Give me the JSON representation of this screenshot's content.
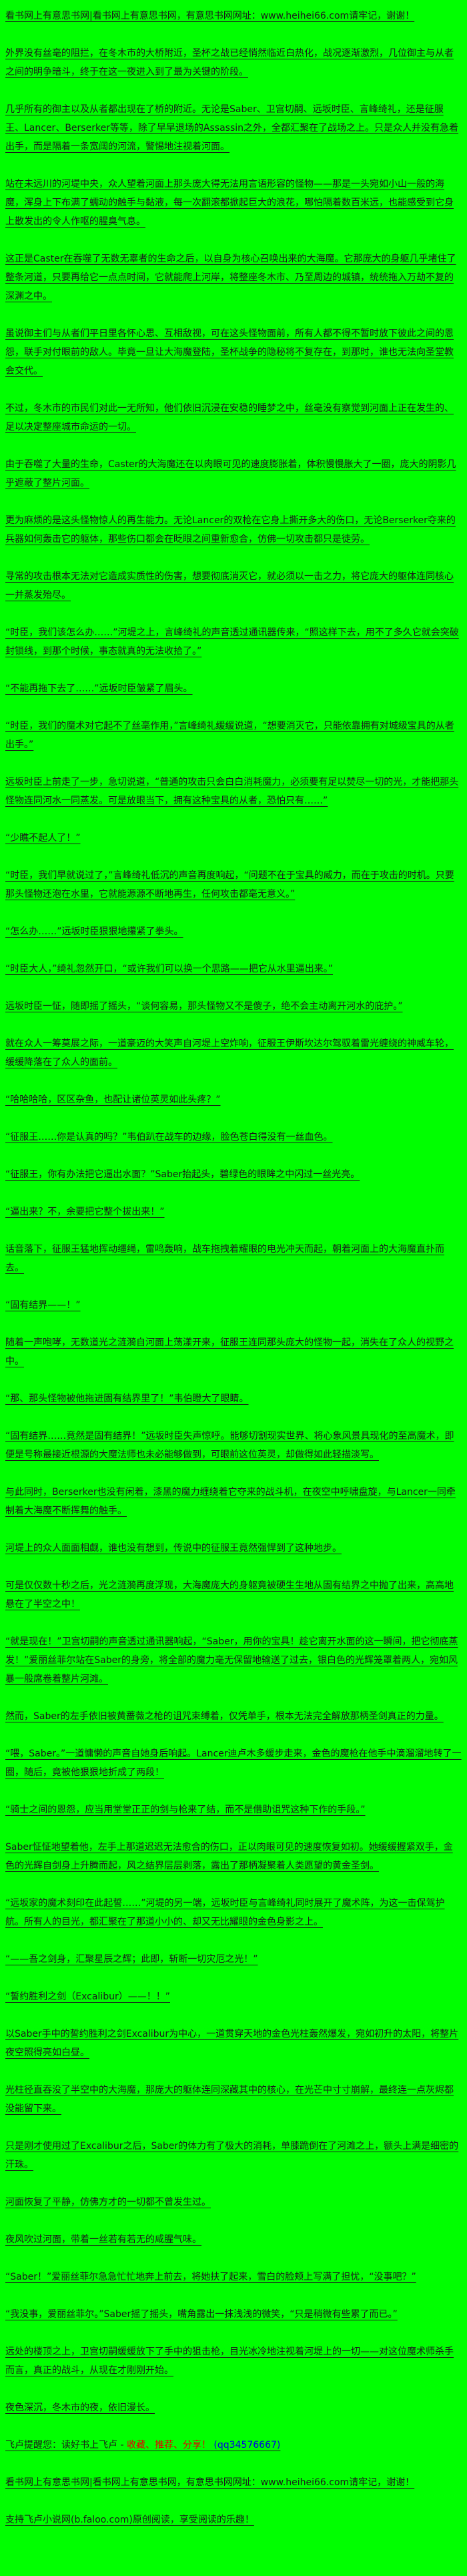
{
  "page": {
    "background_color": "#00ff00",
    "text_color": "#1b1b1b",
    "accent_red": "#e60000",
    "accent_blue": "#0000e6"
  },
  "header": {
    "site_ad": "看书网上有意思书网|看书网上有意思书网，有意思书网网址：www.heihei66.com请牢记，谢谢！"
  },
  "chapter": {
    "paragraphs": [
      "外界没有丝毫的阻拦，在冬木市的大桥附近，圣杯之战已经悄然临近白热化，战况逐渐激烈，几位御主与从者之间的明争暗斗，终于在这一夜进入到了最为关键的阶段。",
      "几乎所有的御主以及从者都出现在了桥的附近。无论是Saber、卫宫切嗣、远坂时臣、言峰绮礼，还是征服王、Lancer、Berserker等等，除了早早退场的Assassin之外，全都汇聚在了战场之上。只是众人并没有急着出手，而是隔着一条宽阔的河流，警惕地注视着河面。",
      "站在未远川的河堤中央，众人望着河面上那头庞大得无法用言语形容的怪物——那是一头宛如小山一般的海魔，浑身上下布满了蠕动的触手与黏液，每一次翻滚都掀起巨大的浪花，哪怕隔着数百米远，也能感受到它身上散发出的令人作呕的腥臭气息。",
      "这正是Caster在吞噬了无数无辜者的生命之后，以自身为核心召唤出来的大海魔。它那庞大的身躯几乎堵住了整条河道，只要再给它一点点时间，它就能爬上河岸，将整座冬木市、乃至周边的城镇，统统拖入万劫不复的深渊之中。",
      "虽说御主们与从者们平日里各怀心思、互相敌视，可在这头怪物面前，所有人都不得不暂时放下彼此之间的恩怨，联手对付眼前的敌人。毕竟一旦让大海魔登陆，圣杯战争的隐秘将不复存在，到那时，谁也无法向圣堂教会交代。",
      "不过，冬木市的市民们对此一无所知，他们依旧沉浸在安稳的睡梦之中，丝毫没有察觉到河面上正在发生的、足以决定整座城市命运的一切。",
      "由于吞噬了大量的生命，Caster的大海魔还在以肉眼可见的速度膨胀着，体积慢慢胀大了一圈，庞大的阴影几乎遮蔽了整片河面。",
      "更为麻烦的是这头怪物惊人的再生能力。无论Lancer的双枪在它身上撕开多大的伤口，无论Berserker夺来的兵器如何轰击它的躯体，那些伤口都会在眨眼之间重新愈合，仿佛一切攻击都只是徒劳。",
      "寻常的攻击根本无法对它造成实质性的伤害，想要彻底消灭它，就必须以一击之力，将它庞大的躯体连同核心一并蒸发殆尽。",
      "“时臣，我们该怎么办……”河堤之上，言峰绮礼的声音透过通讯器传来，“照这样下去，用不了多久它就会突破封锁线，到那个时候，事态就真的无法收拾了。”",
      "“不能再拖下去了……”远坂时臣皱紧了眉头。",
      "“时臣，我们的魔术对它起不了丝毫作用，”言峰绮礼缓缓说道，“想要消灭它，只能依靠拥有对城级宝具的从者出手。”",
      "远坂时臣上前走了一步，急切说道，“普通的攻击只会白白消耗魔力，必须要有足以焚尽一切的光，才能把那头怪物连同河水一同蒸发。可是放眼当下，拥有这种宝具的从者，恐怕只有……”",
      "“少瞧不起人了！”",
      "“时臣，我们早就说过了，”言峰绮礼低沉的声音再度响起，“问题不在于宝具的威力，而在于攻击的时机。只要那头怪物还泡在水里，它就能源源不断地再生，任何攻击都毫无意义。”",
      "“怎么办……”远坂时臣狠狠地攥紧了拳头。",
      "“时臣大人，”绮礼忽然开口，“或许我们可以换一个思路——把它从水里逼出来。”",
      "远坂时臣一怔，随即摇了摇头，“谈何容易，那头怪物又不是傻子，绝不会主动离开河水的庇护。”",
      "就在众人一筹莫展之际，一道豪迈的大笑声自河堤上空炸响，征服王伊斯坎达尔驾驭着雷光缠绕的神威车轮，缓缓降落在了众人的面前。",
      "“哈哈哈哈，区区杂鱼，也配让诸位英灵如此头疼？”",
      "“征服王……你是认真的吗？”韦伯趴在战车的边缘，脸色苍白得没有一丝血色。",
      "“征服王，你有办法把它逼出水面？”Saber抬起头，碧绿色的眼眸之中闪过一丝光亮。",
      "“逼出来？不，余要把它整个拔出来！”",
      "话音落下，征服王猛地挥动缰绳，雷鸣轰响，战车拖拽着耀眼的电光冲天而起，朝着河面上的大海魔直扑而去。",
      "“固有结界——！”",
      "随着一声咆哮，无数道光之涟漪自河面上荡漾开来，征服王连同那头庞大的怪物一起，消失在了众人的视野之中。",
      "“那、那头怪物被他拖进固有结界里了！”韦伯瞪大了眼睛。",
      "“固有结界……竟然是固有结界！”远坂时臣失声惊呼。能够切割现实世界、将心象风景具现化的至高魔术，即便是号称最接近根源的大魔法师也未必能够做到，可眼前这位英灵，却做得如此轻描淡写。",
      "与此同时，Berserker也没有闲着，漆黑的魔力缠绕着它夺来的战斗机，在夜空中呼啸盘旋，与Lancer一同牵制着大海魔不断挥舞的触手。",
      "河堤上的众人面面相觑，谁也没有想到，传说中的征服王竟然强悍到了这种地步。",
      "可是仅仅数十秒之后，光之涟漪再度浮现，大海魔庞大的身躯竟被硬生生地从固有结界之中抛了出来，高高地悬在了半空之中！",
      "“就是现在！”卫宫切嗣的声音透过通讯器响起，“Saber，用你的宝具！趁它离开水面的这一瞬间，把它彻底蒸发！”爱丽丝菲尔站在Saber的身旁，将全部的魔力毫无保留地输送了过去，银白色的光辉笼罩着两人，宛如风暴一般席卷着整片河滩。",
      "然而，Saber的左手依旧被黄蔷薇之枪的诅咒束缚着，仅凭单手，根本无法完全解放那柄圣剑真正的力量。",
      "“喂，Saber。”一道慵懒的声音自她身后响起。Lancer迪卢木多缓步走来，金色的魔枪在他手中滴溜溜地转了一圈，随后，竟被他狠狠地折成了两段！",
      "“骑士之间的恩怨，应当用堂堂正正的剑与枪来了结，而不是借助诅咒这种下作的手段。”",
      "Saber怔怔地望着他，左手上那道迟迟无法愈合的伤口，正以肉眼可见的速度恢复如初。她缓缓握紧双手，金色的光辉自剑身上升腾而起，风之结界层层剥落，露出了那柄凝聚着人类愿望的黄金圣剑。",
      "“远坂家的魔术刻印在此起誓……”河堤的另一端，远坂时臣与言峰绮礼同时展开了魔术阵，为这一击保驾护航。所有人的目光，都汇聚在了那道小小的、却又无比耀眼的金色身影之上。",
      "“——吾之剑身，汇聚星辰之辉；此即，斩断一切灾厄之光！”",
      "“誓约胜利之剑（Excalibur）——！！”",
      "以Saber手中的誓约胜利之剑Excalibur为中心，一道贯穿天地的金色光柱轰然爆发，宛如初升的太阳，将整片夜空照得亮如白昼。",
      "光柱径直吞没了半空中的大海魔，那庞大的躯体连同深藏其中的核心，在光芒中寸寸崩解，最终连一点灰烬都没能留下来。",
      "只是刚才使用过了Excalibur之后，Saber的体力有了极大的消耗，单膝跪倒在了河滩之上，额头上满是细密的汗珠。",
      "河面恢复了平静，仿佛方才的一切都不曾发生过。",
      "夜风吹过河面，带着一丝若有若无的咸腥气味。",
      "“Saber！”爱丽丝菲尔急急忙忙地奔上前去，将她扶了起来，雪白的脸颊上写满了担忧，“没事吧？”",
      "“我没事，爱丽丝菲尔。”Saber摇了摇头，嘴角露出一抹浅浅的微笑，“只是稍微有些累了而已。”",
      "远处的楼顶之上，卫宫切嗣缓缓放下了手中的狙击枪，目光冰冷地注视着河堤上的一切——对这位魔术师杀手而言，真正的战斗，从现在才刚刚开始。",
      "夜色深沉，冬木市的夜，依旧漫长。"
    ]
  },
  "footer": {
    "reminder_prefix": "飞卢提醒您：读好书上飞卢 - ",
    "reminder_highlight": "收藏、推荐、分享！",
    "reminder_code": "(qq34576667)",
    "site_ad": "看书网上有意思书网|看书网上有意思书网，有意思书网网址：www.heihei66.com请牢记，谢谢！",
    "faloo_credit": "支持飞卢小说网(b.faloo.com)原创阅读，享受阅读的乐趣！"
  }
}
